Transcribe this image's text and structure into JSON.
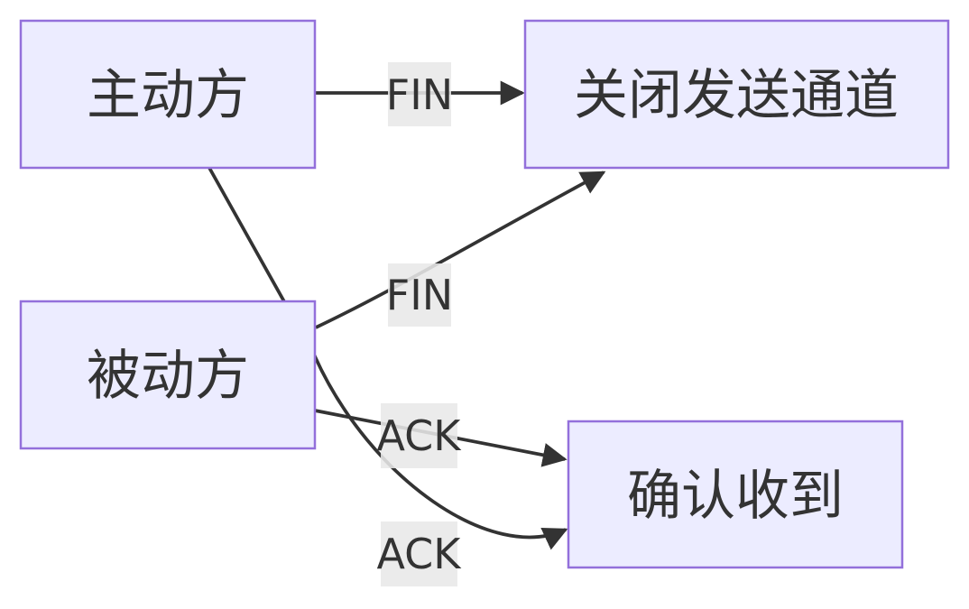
{
  "diagram": {
    "type": "flowchart",
    "nodes": [
      {
        "id": "active",
        "label": "主动方"
      },
      {
        "id": "close_channel",
        "label": "关闭发送通道"
      },
      {
        "id": "passive",
        "label": "被动方"
      },
      {
        "id": "confirm",
        "label": "确认收到"
      }
    ],
    "edges": [
      {
        "from": "active",
        "to": "close_channel",
        "label": "FIN"
      },
      {
        "from": "passive",
        "to": "close_channel",
        "label": "FIN"
      },
      {
        "from": "passive",
        "to": "confirm",
        "label": "ACK"
      },
      {
        "from": "active",
        "to": "confirm",
        "label": "ACK"
      }
    ],
    "colors": {
      "node_fill": "#ECECFF",
      "node_border": "#9370DB",
      "edge_line": "#333333",
      "label_bg": "#e8e8e8",
      "text_color": "#333333",
      "background": "#ffffff"
    }
  }
}
